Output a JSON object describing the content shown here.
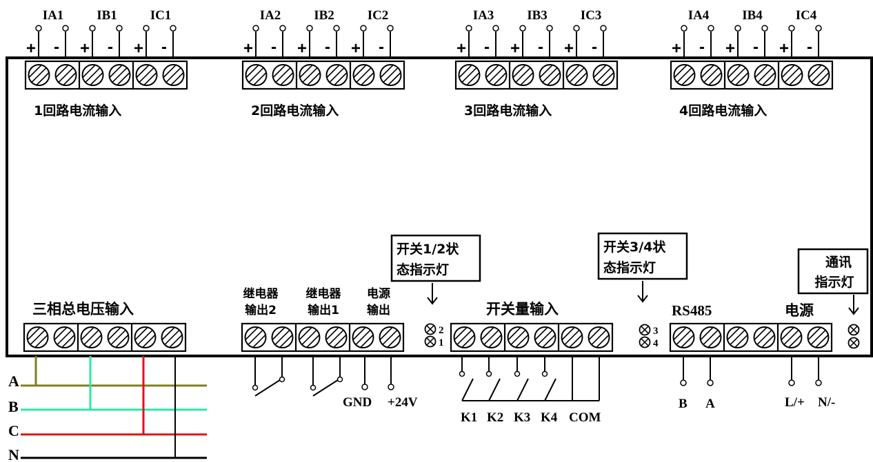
{
  "top_groups": [
    {
      "signals": [
        "IA1",
        "IB1",
        "IC1"
      ],
      "caption": "1回路电流输入"
    },
    {
      "signals": [
        "IA2",
        "IB2",
        "IC2"
      ],
      "caption": "2回路电流输入"
    },
    {
      "signals": [
        "IA3",
        "IB3",
        "IC3"
      ],
      "caption": "3回路电流输入"
    },
    {
      "signals": [
        "IA4",
        "IB4",
        "IC4"
      ],
      "caption": "4回路电流输入"
    }
  ],
  "polarity": {
    "plus": "+",
    "minus": "-"
  },
  "bottom": {
    "voltage_label": "三相总电压输入",
    "relay2": [
      "继电器",
      "输出2"
    ],
    "relay1": [
      "继电器",
      "输出1"
    ],
    "power_out": [
      "电源",
      "输出"
    ],
    "switch12_indicator": [
      "开关1/2状",
      "态指示灯"
    ],
    "switch34_indicator": [
      "开关3/4状",
      "态指示灯"
    ],
    "comm_indicator": [
      "通讯",
      "指示灯"
    ],
    "switch_input_label": "开关量输入",
    "rs485_label": "RS485",
    "power_label": "电源",
    "led_numbers": [
      "2",
      "1",
      "3",
      "4"
    ],
    "gnd_label": "GND",
    "v24_label": "+24V",
    "k_labels": [
      "K1",
      "K2",
      "K3",
      "K4",
      "COM"
    ],
    "rs485_terms": [
      "B",
      "A"
    ],
    "power_terms": [
      "L/+",
      "N/-"
    ]
  },
  "phase_lines": [
    {
      "name": "A",
      "color": "#7f7f1f"
    },
    {
      "name": "B",
      "color": "#2fe6a0"
    },
    {
      "name": "C",
      "color": "#e60f14"
    },
    {
      "name": "N",
      "color": "#000000"
    }
  ]
}
